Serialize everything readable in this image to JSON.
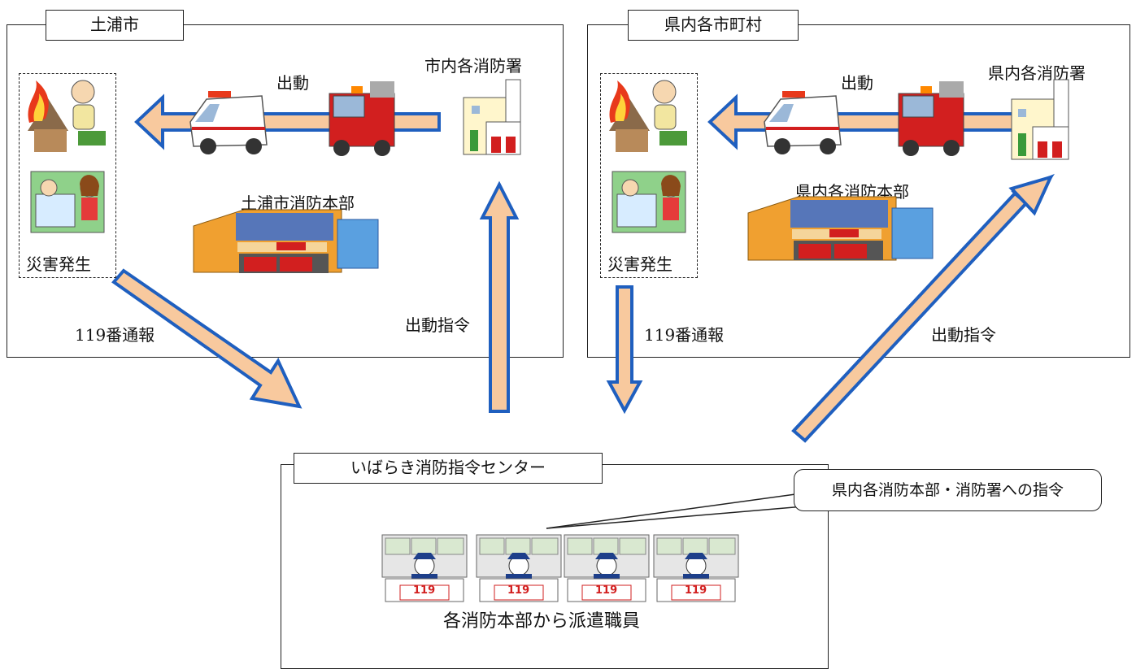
{
  "tsuchiura": {
    "title": "土浦市",
    "station_label": "市内各消防署",
    "hq_label": "土浦市消防本部",
    "dispatch_label": "出動",
    "disaster_label": "災害発生",
    "report_label": "119番通報",
    "command_label": "出動指令"
  },
  "prefecture": {
    "title": "県内各市町村",
    "station_label": "県内各消防署",
    "hq_label": "県内各消防本部",
    "dispatch_label": "出動",
    "disaster_label": "災害発生",
    "report_label": "119番通報",
    "command_label": "出動指令"
  },
  "center": {
    "title": "いばらき消防指令センター",
    "callout": "県内各消防本部・消防署への指令",
    "staff_label": "各消防本部から派遣職員",
    "console_number": "119"
  },
  "colors": {
    "arrow_fill": "#f8c99e",
    "arrow_stroke": "#1f5fbf",
    "fire": "#e8391b",
    "truck_red": "#d21f1f",
    "building_orange": "#f0a030",
    "building_window": "#3b6fd1"
  }
}
